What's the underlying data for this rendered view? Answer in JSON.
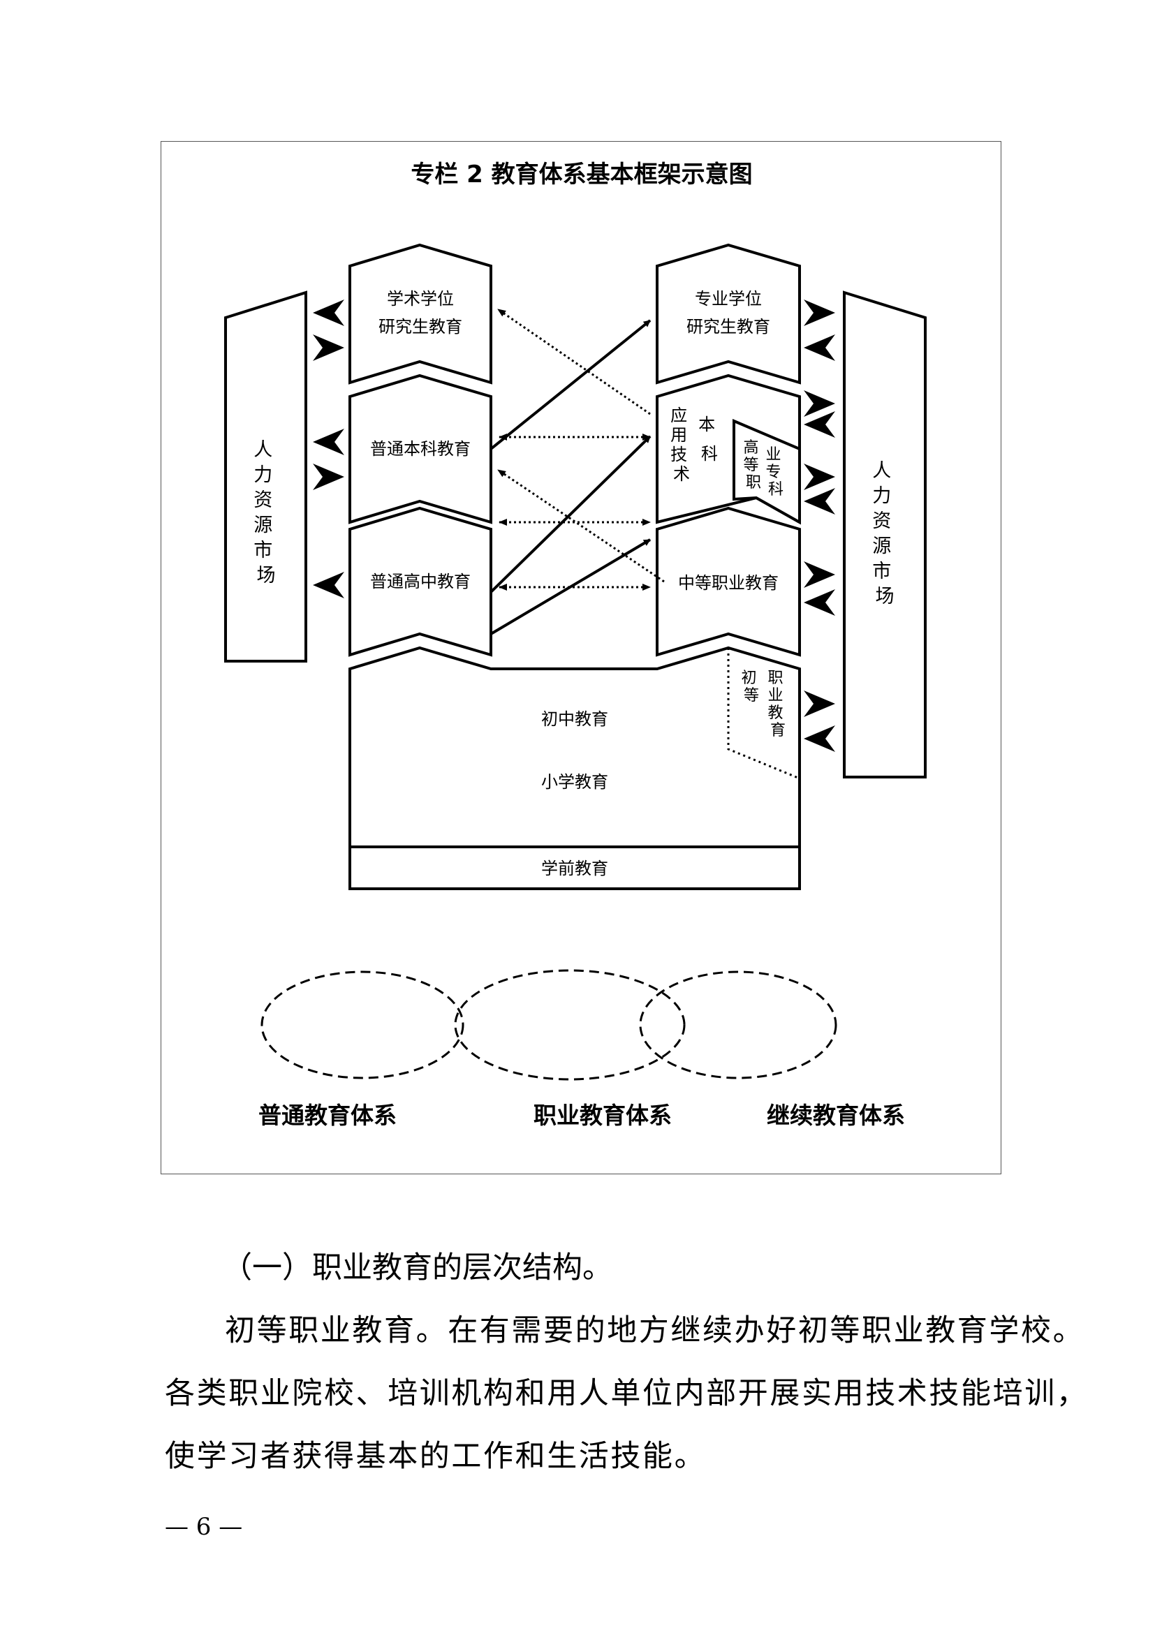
{
  "figure": {
    "title": "专栏 2  教育体系基本框架示意图",
    "hr_market_left": "人力资源市场",
    "hr_market_right": "人力资源市场",
    "boxes": {
      "academic_grad_line1": "学术学位",
      "academic_grad_line2": "研究生教育",
      "general_undergrad": "普通本科教育",
      "general_high_school": "普通高中教育",
      "professional_grad_line1": "专业学位",
      "professional_grad_line2": "研究生教育",
      "applied_tech_undergrad_col1": "应用技术",
      "applied_tech_undergrad_col2": "本科",
      "higher_voc_college_col1": "高等职",
      "higher_voc_college_col2": "业专科",
      "secondary_vocational": "中等职业教育",
      "junior_high": "初中教育",
      "primary_school": "小学教育",
      "primary_voc_col1": "初等",
      "primary_voc_col2": "职业教育",
      "preschool": "学前教育"
    },
    "systems": [
      "普通教育体系",
      "职业教育体系",
      "继续教育体系"
    ]
  },
  "body": {
    "section_heading": "（一）职业教育的层次结构。",
    "para_line1": "初等职业教育。在有需要的地方继续办好初等职业教育学校。",
    "para_line2": "各类职业院校、培训机构和用人单位内部开展实用技术技能培训，",
    "para_line3": "使学习者获得基本的工作和生活技能。"
  },
  "page_number": "— 6 —"
}
